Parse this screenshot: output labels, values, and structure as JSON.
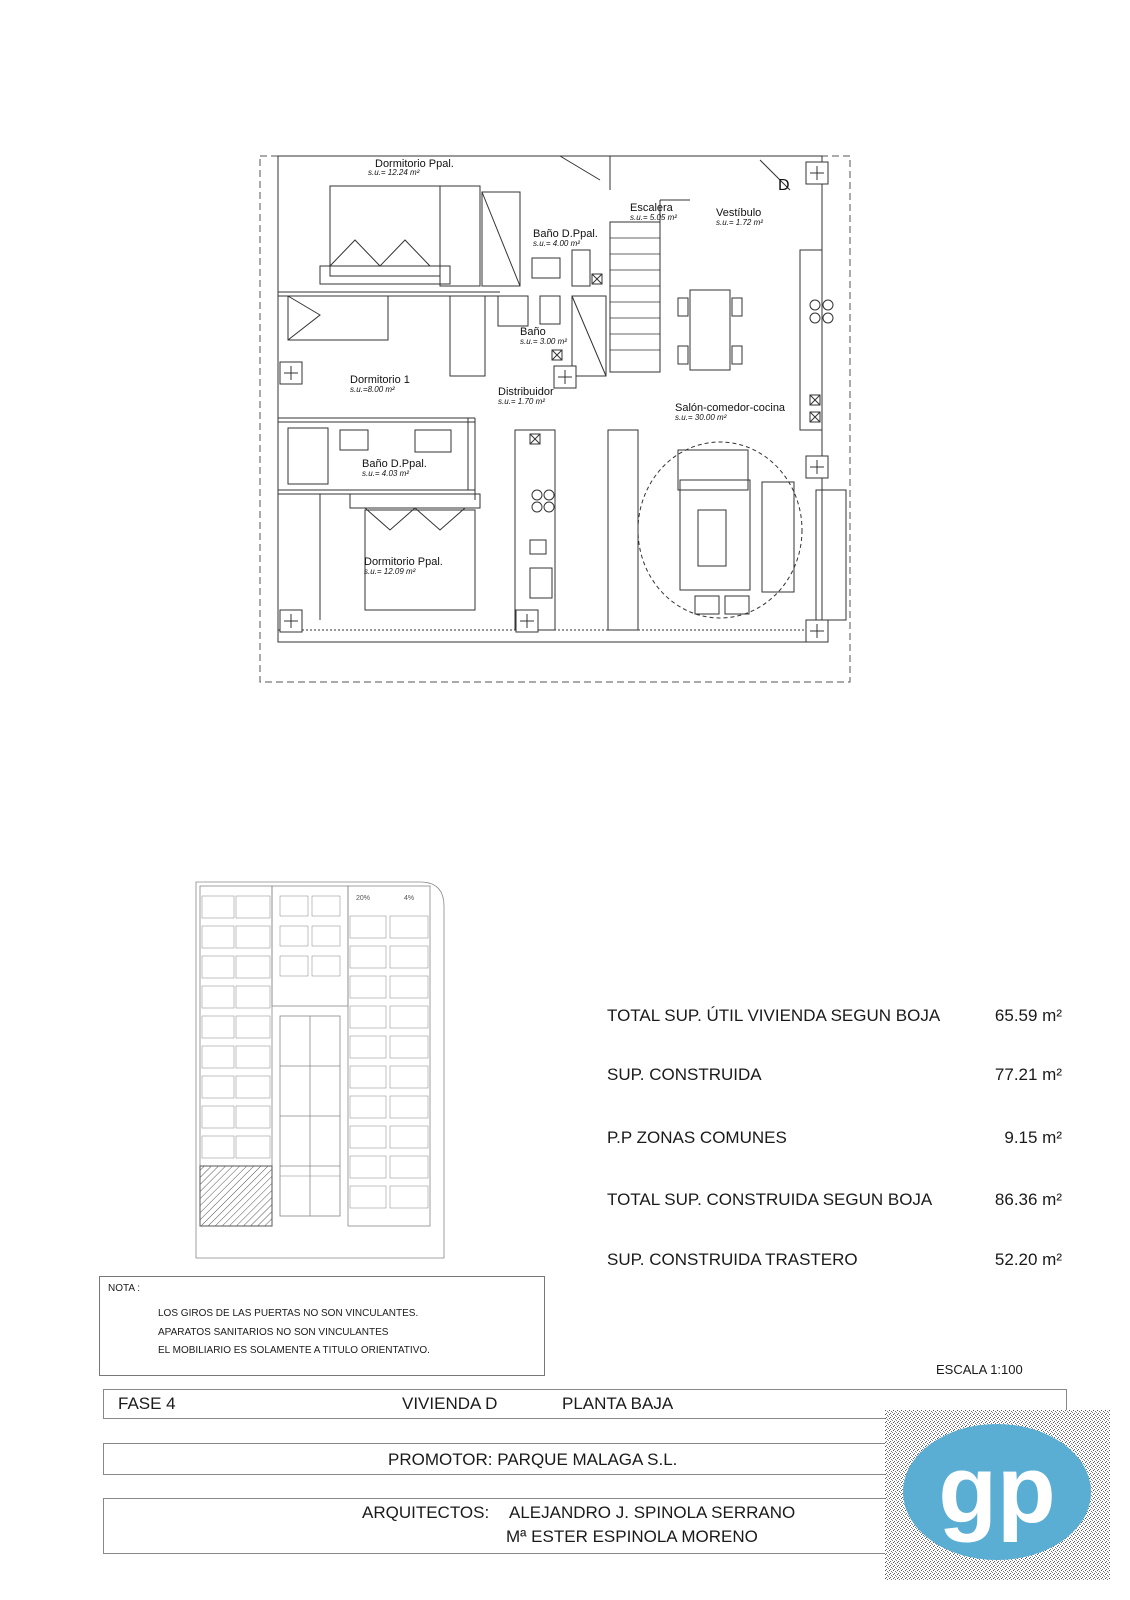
{
  "plan": {
    "unit_letter": "D",
    "rooms": [
      {
        "name": "Dormitorio Ppal.",
        "area": "s.u.= 12.24 m²"
      },
      {
        "name": "Baño D.Ppal.",
        "area": "s.u.= 4.00 m²"
      },
      {
        "name": "Escalera",
        "area": "s.u.= 5.05 m²"
      },
      {
        "name": "Vestíbulo",
        "area": "s.u.= 1.72 m²"
      },
      {
        "name": "Baño",
        "area": "s.u.= 3.00 m²"
      },
      {
        "name": "Dormitorio 1",
        "area": "s.u.=8.00 m²"
      },
      {
        "name": "Distribuidor",
        "area": "s.u.= 1.70 m²"
      },
      {
        "name": "Salón-comedor-cocina",
        "area": "s.u.= 30.00 m²"
      },
      {
        "name": "Baño D.Ppal.",
        "area": "s.u.= 4.03 m²"
      },
      {
        "name": "Dormitorio Ppal.",
        "area": "s.u.= 12.09 m²"
      }
    ]
  },
  "site_plan": {
    "labels": [
      "20%",
      "4%"
    ]
  },
  "areas": [
    {
      "label": "TOTAL SUP. ÚTIL VIVIENDA SEGUN BOJA",
      "value": "65.59  m²"
    },
    {
      "label": "SUP. CONSTRUIDA",
      "value": "77.21  m²"
    },
    {
      "label": "P.P ZONAS COMUNES",
      "value": "9.15  m²"
    },
    {
      "label": "TOTAL SUP. CONSTRUIDA SEGUN BOJA",
      "value": "86.36  m²"
    },
    {
      "label": "SUP. CONSTRUIDA TRASTERO",
      "value": "52.20  m²"
    }
  ],
  "note": {
    "title": "NOTA :",
    "lines": [
      "LOS GIROS DE LAS PUERTAS NO SON VINCULANTES.",
      "APARATOS SANITARIOS NO SON VINCULANTES",
      "EL MOBILIARIO ES SOLAMENTE A TITULO ORIENTATIVO."
    ]
  },
  "scale": "ESCALA 1:100",
  "title_block": {
    "phase": "FASE 4",
    "unit": "VIVIENDA D",
    "floor": "PLANTA BAJA",
    "promoter": "PROMOTOR: PARQUE MALAGA S.L.",
    "architects_label": "ARQUITECTOS:",
    "architect_1": "ALEJANDRO J. SPINOLA SERRANO",
    "architect_2": "Mª ESTER ESPINOLA MORENO"
  },
  "logo": {
    "text": "gp",
    "color": "#5aaed3"
  }
}
